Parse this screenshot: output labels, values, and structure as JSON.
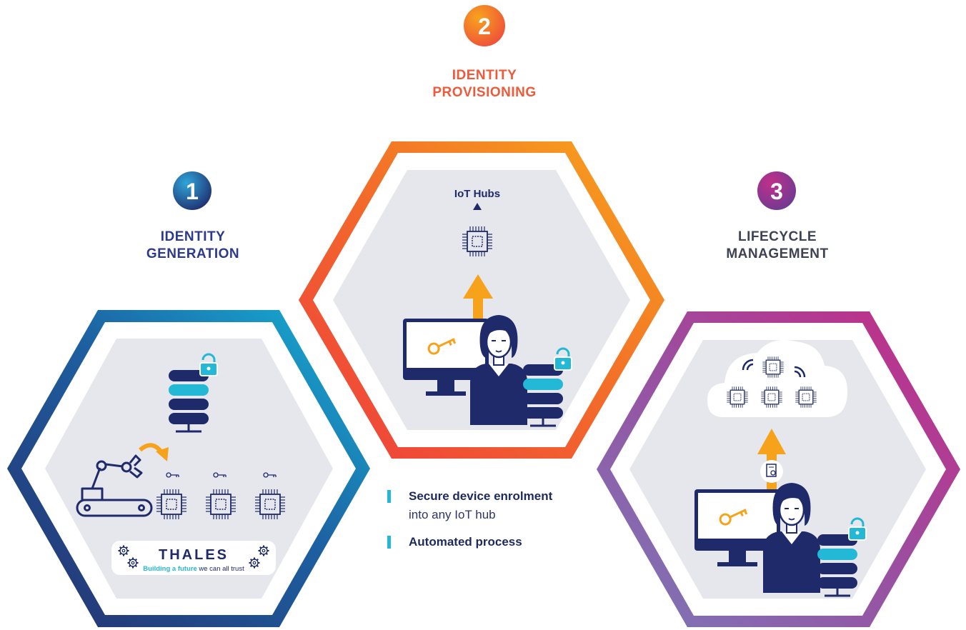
{
  "steps": [
    {
      "number": "1",
      "title_line1": "IDENTITY",
      "title_line2": "GENERATION",
      "color": "#2b3a8c"
    },
    {
      "number": "2",
      "title_line1": "IDENTITY",
      "title_line2": "PROVISIONING",
      "color": "#ef5a3a"
    },
    {
      "number": "3",
      "title_line1": "LIFECYCLE",
      "title_line2": "MANAGEMENT",
      "color": "#3d4254"
    }
  ],
  "iot_hubs_label": "IoT Hubs",
  "logo": {
    "brand": "THALES",
    "tagline_bold": "Building a future",
    "tagline_rest": " we can all trust"
  },
  "bullets": [
    {
      "bold": "Secure device enrolment",
      "rest": " into any IoT hub"
    },
    {
      "bold": "Automated process",
      "rest": ""
    }
  ],
  "colors": {
    "navy": "#1f2a6b",
    "cyan": "#22b8d6",
    "orange": "#f6a21b",
    "red": "#ef4a3a",
    "purple": "#8a3fa0",
    "magenta": "#c0308a",
    "panel": "#e6e7ec"
  }
}
